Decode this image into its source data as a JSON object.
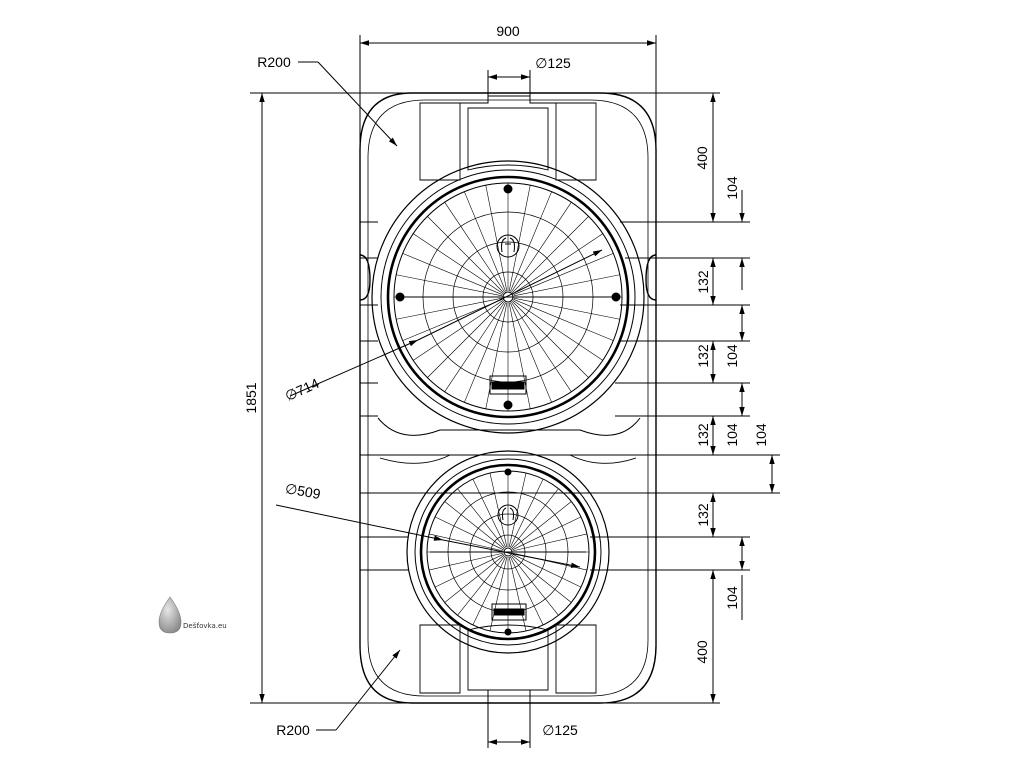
{
  "dimensions": {
    "width": "900",
    "top_inlet": "∅125",
    "bottom_inlet": "∅125",
    "top_radius": "R200",
    "bottom_radius": "R200",
    "height": "1851",
    "lid_large": "∅714",
    "lid_small": "∅509",
    "right_top": "400",
    "right_bottom": "400",
    "rib_104": "104",
    "rib_132": "132"
  },
  "watermark": "Dešťovka.eu",
  "colors": {
    "line": "#000000",
    "watermark_drop": "#9a9a9a"
  },
  "icons": [
    "water-drop-icon",
    "lid-logo-icon"
  ]
}
